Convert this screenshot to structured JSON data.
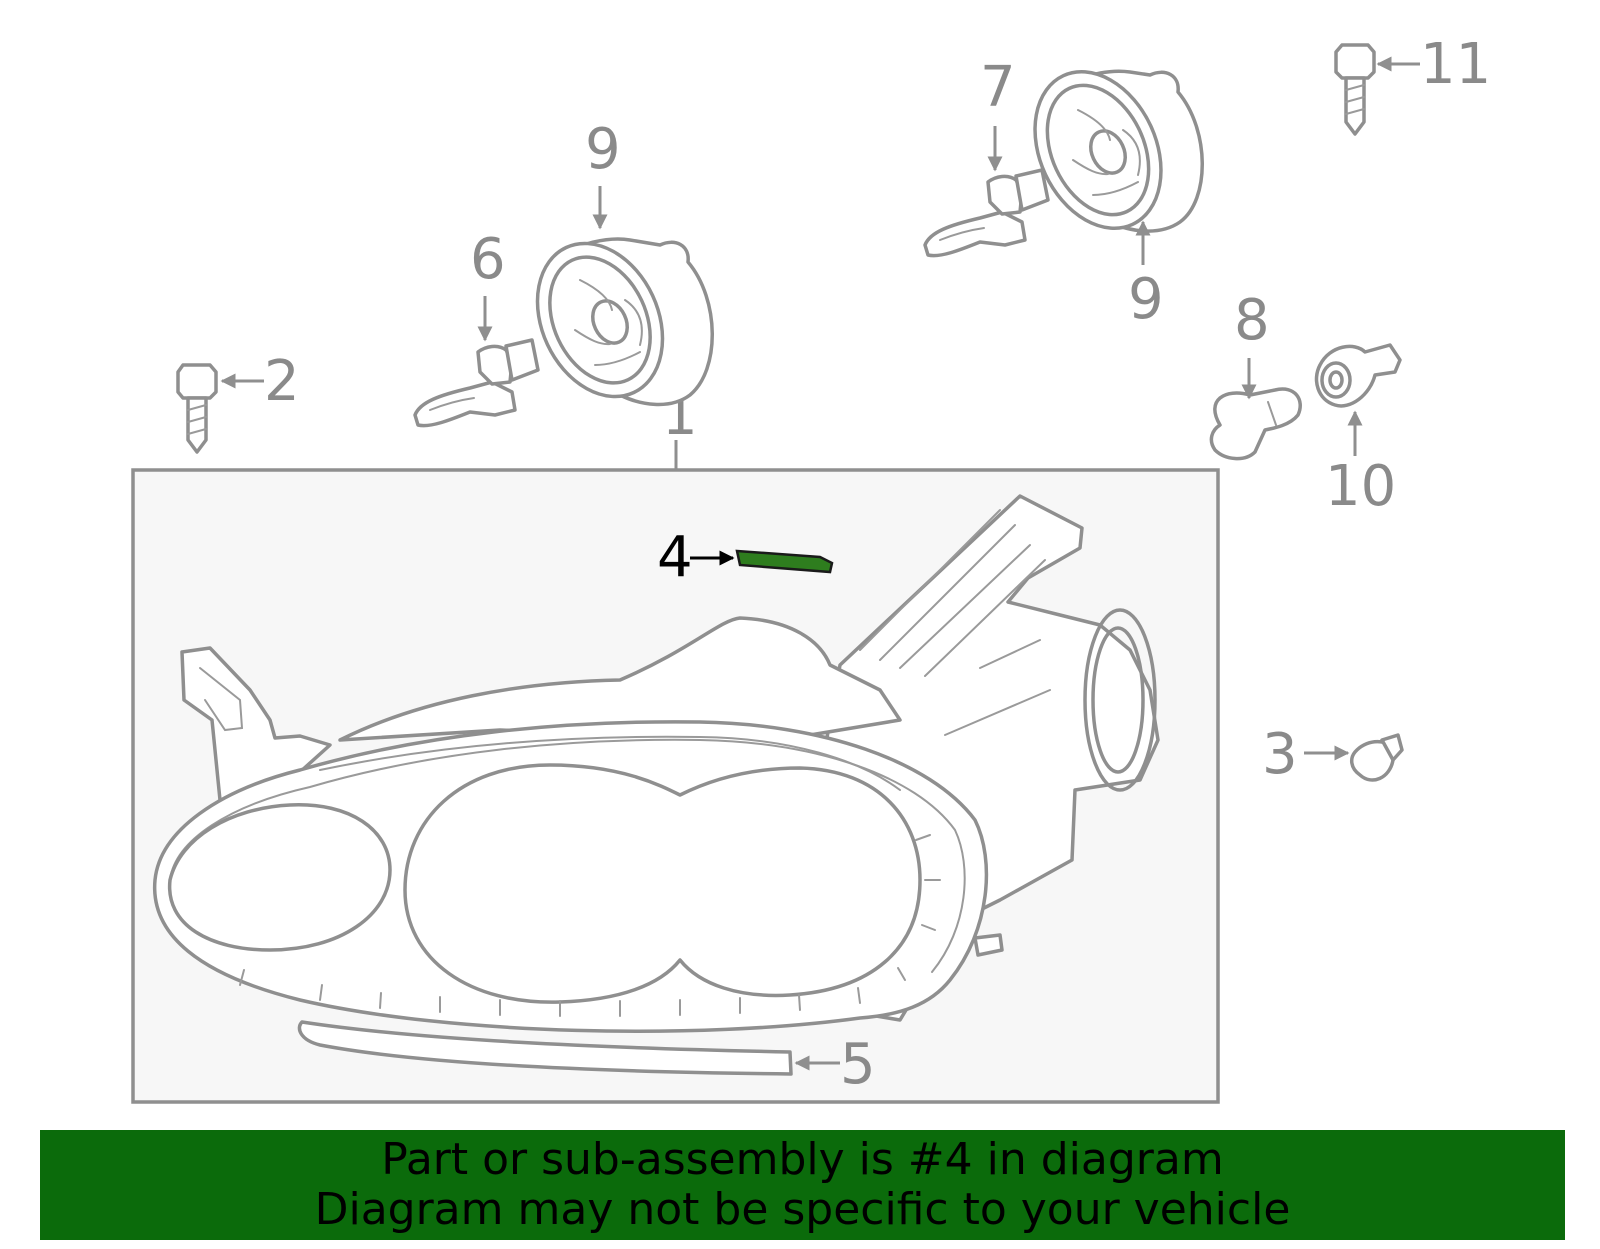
{
  "callouts": {
    "c1": "1",
    "c2": "2",
    "c3": "3",
    "c4": "4",
    "c5": "5",
    "c6": "6",
    "c7": "7",
    "c8": "8",
    "c9a": "9",
    "c9b": "9",
    "c10": "10",
    "c11": "11"
  },
  "highlighted_part": "4",
  "banner": {
    "line1": "Part or sub-assembly is #4 in diagram",
    "line2": "Diagram may not be specific to your vehicle"
  },
  "colors": {
    "banner_bg": "#0b6b0b",
    "highlight_part": "#2e7d1e",
    "line_art": "#8f8f8f",
    "assembly_box_bg": "#f7f7f7",
    "callout_text": "#8a8a8a"
  },
  "icons": {
    "part-1": "headlamp-assembly",
    "part-2": "bolt",
    "part-3": "push-clip",
    "part-4": "seal-strip",
    "part-5": "trim-molding",
    "part-6": "bulb",
    "part-7": "bulb",
    "part-8": "bulb",
    "part-9": "bulb-socket-cap",
    "part-10": "socket",
    "part-11": "bolt"
  }
}
